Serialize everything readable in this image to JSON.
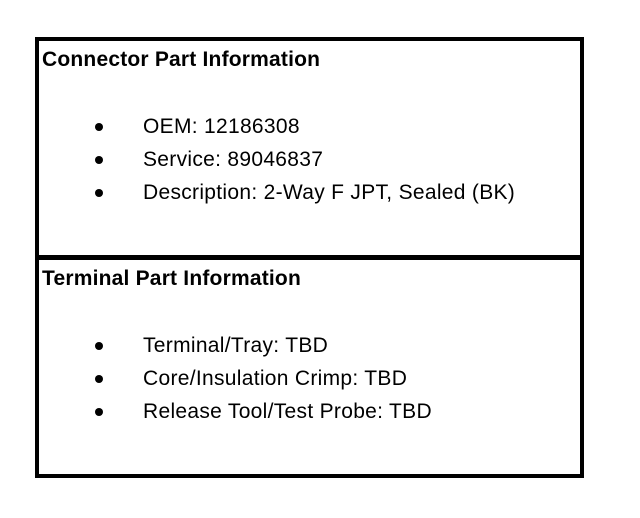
{
  "colors": {
    "border": "#000000",
    "text": "#000000",
    "background": "#ffffff"
  },
  "sections": [
    {
      "title": "Connector Part Information",
      "items": [
        "OEM: 12186308",
        "Service: 89046837",
        "Description: 2-Way F JPT, Sealed (BK)"
      ]
    },
    {
      "title": "Terminal Part Information",
      "items": [
        "Terminal/Tray: TBD",
        "Core/Insulation Crimp: TBD",
        "Release Tool/Test Probe: TBD"
      ]
    }
  ]
}
